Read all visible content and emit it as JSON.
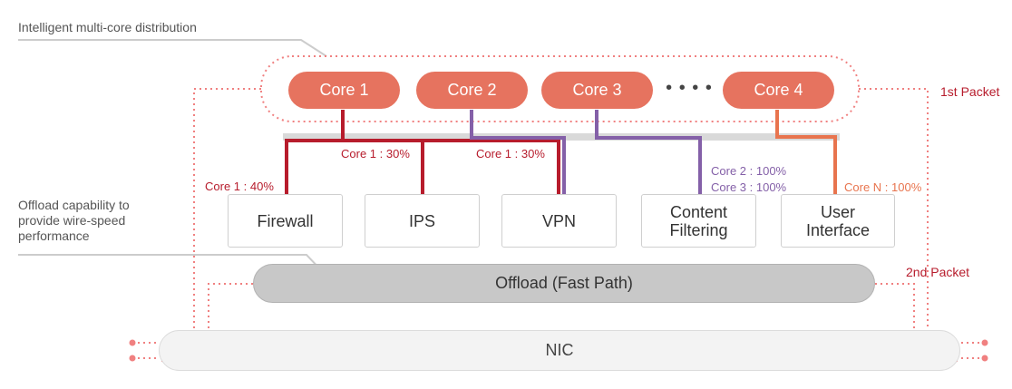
{
  "annotations": {
    "intelligent": "Intelligent multi-core distribution",
    "offload_cap": [
      "Offload capability to",
      "provide wire-speed",
      "performance"
    ]
  },
  "cores": [
    "Core 1",
    "Core 2",
    "Core 3",
    "Core 4"
  ],
  "ellipsis": "• • • •",
  "modules": {
    "firewall": "Firewall",
    "ips": "IPS",
    "vpn": "VPN",
    "content": [
      "Content",
      "Filtering"
    ],
    "ui": [
      "User",
      "Interface"
    ]
  },
  "loads": {
    "firewall": "Core 1 : 40%",
    "ips": "Core 1 : 30%",
    "vpn": "Core 1 : 30%",
    "content_1": "Core 2 : 100%",
    "content_2": "Core 3 : 100%",
    "ui": "Core N : 100%"
  },
  "packets": {
    "first": "1st Packet",
    "second": "2nd Packet"
  },
  "offload": "Offload (Fast Path)",
  "nic": "NIC",
  "colors": {
    "core": "#e6735f",
    "core1_path": "#b71c2c",
    "core23_path": "#8460a8",
    "coreN_path": "#e8744e",
    "dotted": "#f08080",
    "bus": "#d9d9d9"
  }
}
